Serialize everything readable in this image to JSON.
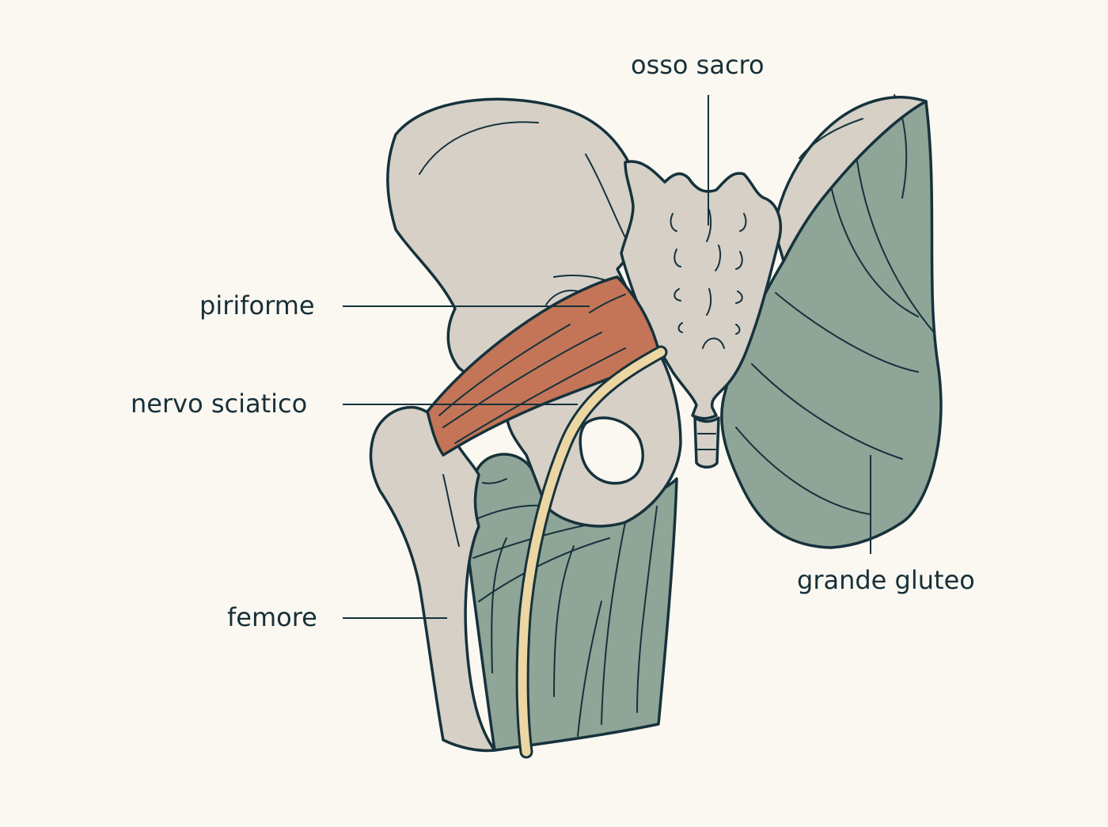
{
  "colors": {
    "background": "#fbf8f1",
    "bone": "#d6d0c7",
    "muscle_green": "#8fa597",
    "piriformis": "#c47557",
    "nerve": "#ecd6a4",
    "outline": "#16323c",
    "text": "#17303a"
  },
  "labels": {
    "sacrum": "osso sacro",
    "piriformis": "piriforme",
    "sciatic_nerve": "nervo sciatico",
    "femur": "femore",
    "gluteus_maximus": "grande gluteo"
  }
}
